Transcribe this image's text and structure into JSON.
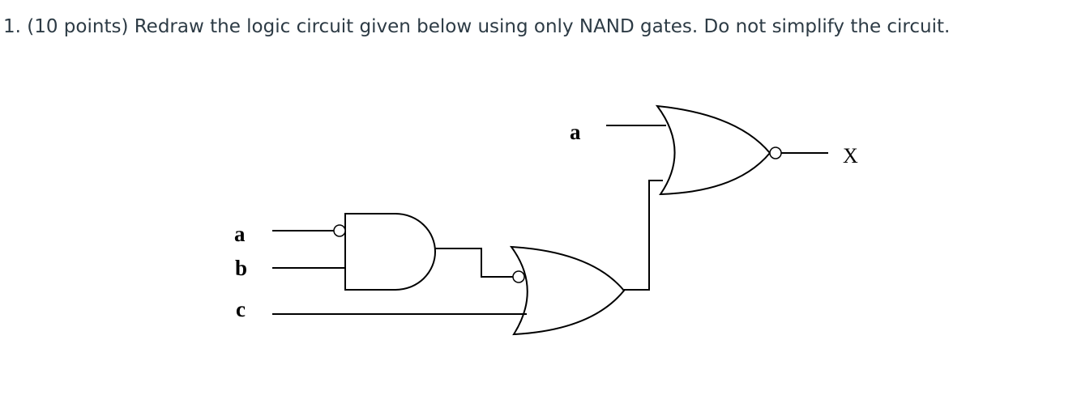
{
  "question": {
    "text": "1. (10 points) Redraw the logic circuit given below using only NAND gates. Do not simplify the circuit."
  },
  "circuit": {
    "inputs": {
      "a_top": "a",
      "a": "a",
      "b": "b",
      "c": "c"
    },
    "output": "X"
  }
}
